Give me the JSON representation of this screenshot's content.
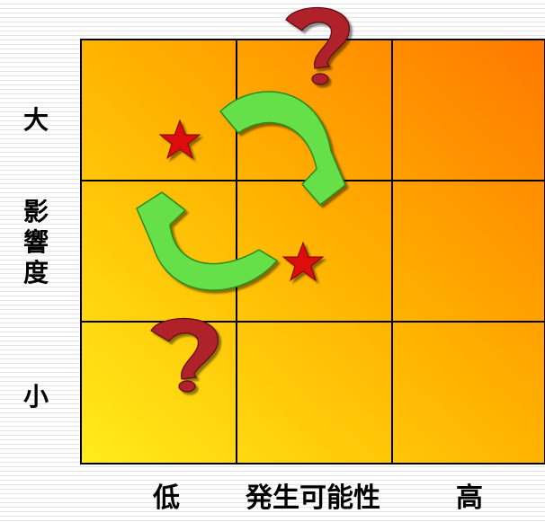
{
  "y_axis": {
    "high": "大",
    "title": "影響度",
    "low": "小"
  },
  "x_axis": {
    "low": "低",
    "title": "発生可能性",
    "high": "高"
  },
  "grid": {
    "rows": 3,
    "cols": 3
  },
  "markers": {
    "stars": 2,
    "question_marks": 2,
    "cycle_arrows": 2
  },
  "colors": {
    "grid_low": "#ffec1a",
    "grid_mid": "#ffb400",
    "grid_high": "#ff7800",
    "grid_line": "#000000",
    "star": "#dd1111",
    "question": "#b0202a",
    "arrow": "#66e04a"
  }
}
